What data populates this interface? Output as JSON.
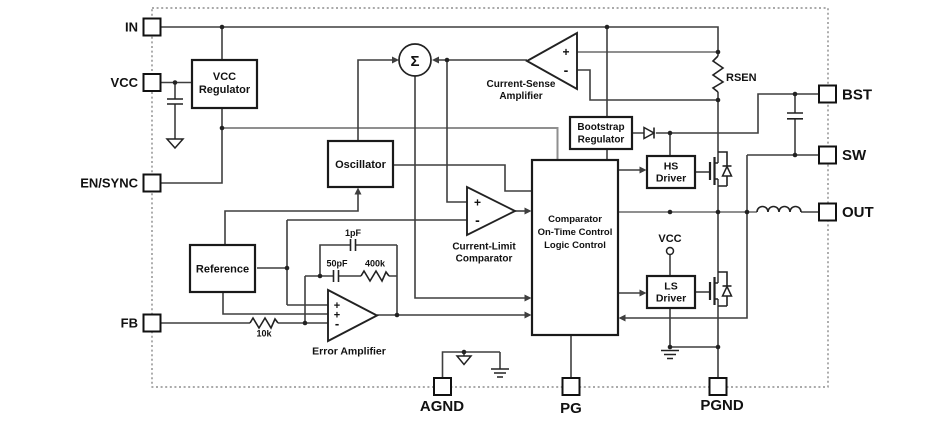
{
  "colors": {
    "background": "#ffffff",
    "wire": "#3f3f3f",
    "gray_wire": "#8f8f8f",
    "boundary_dash": "#777777",
    "text": "#111111"
  },
  "pins": {
    "in": "IN",
    "vcc": "VCC",
    "en_sync": "EN/SYNC",
    "fb": "FB",
    "bst": "BST",
    "sw": "SW",
    "out": "OUT",
    "agnd": "AGND",
    "pg": "PG",
    "pgnd": "PGND"
  },
  "blocks": {
    "vcc_regulator": [
      "VCC",
      "Regulator"
    ],
    "oscillator": [
      "Oscillator"
    ],
    "reference": [
      "Reference"
    ],
    "bootstrap_regulator": [
      "Bootstrap",
      "Regulator"
    ],
    "control": [
      "Comparator",
      "On-Time Control",
      "Logic Control"
    ],
    "hs_driver": [
      "HS",
      "Driver"
    ],
    "ls_driver": [
      "LS",
      "Driver"
    ]
  },
  "amplifiers": {
    "current_sense": [
      "Current-Sense",
      "Amplifier"
    ],
    "current_limit": [
      "Current-Limit",
      "Comparator"
    ],
    "error": [
      "Error Amplifier"
    ]
  },
  "components": {
    "rsen": "RSEN",
    "cap_1pf": "1pF",
    "cap_50pf": "50pF",
    "res_400k": "400k",
    "res_10k": "10k",
    "vcc_supply": "VCC"
  },
  "marks": {
    "sum": "Σ",
    "plus": "+",
    "minus": "-"
  }
}
